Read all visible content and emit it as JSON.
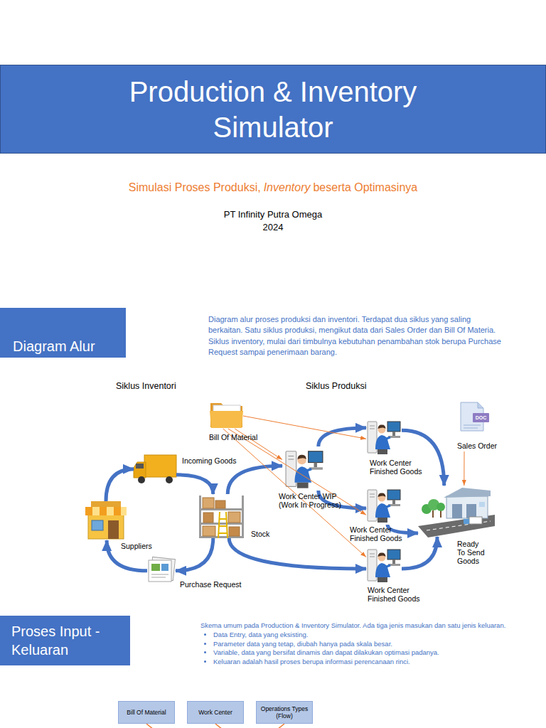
{
  "diagram": {
    "title": "Production & Inventory Simulator",
    "nodes": [
      {
        "text": [
          "Diagram Alur"
        ]
      },
      {
        "text": [
          "Bill Of Material"
        ]
      },
      {
        "text": [
          "Sales Order"
        ]
      },
      {
        "text": [
          "Incoming Goods"
        ]
      },
      {
        "text": [
          "Work Center WIP (Work In Progress)"
        ]
      },
      {
        "text": [
          "Work Center Finished Goods"
        ]
      },
      {
        "text": [
          "Suppliers"
        ]
      },
      {
        "text": [
          "Stock"
        ]
      },
      {
        "text": [
          "Work Center Finished Goods"
        ]
      },
      {
        "text": [
          "Ready To Send Goods"
        ]
      },
      {
        "text": [
          "Purchase Request"
        ]
      },
      {
        "text": [
          "Work Center Finished Goods"
        ]
      },
      {
        "text": [
          "Proses Input - Keluaran"
        ]
      },
      {
        "text": [
          "Bill Of Material"
        ]
      },
      {
        "text": [
          "Work Center"
        ]
      },
      {
        "text": [
          "Operations Types (Flow)"
        ]
      }
    ],
    "edges": [
      {
        "from": 6,
        "to": 3,
        "arrow": "to"
      },
      {
        "from": 3,
        "to": 7,
        "arrow": "to"
      },
      {
        "from": 7,
        "to": 10,
        "arrow": "to"
      },
      {
        "from": 10,
        "to": 6,
        "arrow": "to"
      },
      {
        "from": 7,
        "to": 4,
        "arrow": "to"
      },
      {
        "from": 4,
        "to": 5,
        "arrow": "to"
      },
      {
        "from": 4,
        "to": 8,
        "arrow": "to"
      },
      {
        "from": 7,
        "to": 11,
        "arrow": "to"
      },
      {
        "from": 5,
        "to": 9,
        "arrow": "to"
      },
      {
        "from": 8,
        "to": 9,
        "arrow": "to"
      },
      {
        "from": 11,
        "to": 9,
        "arrow": "to"
      },
      {
        "from": 2,
        "to": 9,
        "arrow": "to"
      },
      {
        "from": 1,
        "to": 5,
        "arrow": "to"
      },
      {
        "from": 1,
        "to": 4,
        "arrow": "to"
      },
      {
        "from": 1,
        "to": 8,
        "arrow": "to"
      },
      {
        "from": 1,
        "to": 11,
        "arrow": "to"
      }
    ],
    "labels": [
      "Simulasi Proses Produksi,",
      "Inventory",
      "beserta Optimasinya",
      "PT Infinity Putra Omega",
      "2024",
      "Diagram alur proses produksi dan inventori. Terdapat dua siklus yang saling berkaitan. Satu siklus produksi, mengikut data dari Sales Order dan Bill Of Materia. Siklus inventory, mulai dari timbulnya kebutuhan penambahan stok berupa Purchase Request sampai penerimaan barang.",
      "Siklus Inventori",
      "Siklus Produksi",
      "Skema umum pada Production & Inventory Simulator. Ada tiga jenis masukan dan satu jenis keluaran.",
      "Data Entry, data yang eksisting.",
      "Parameter data yang tetap, diubah hanya pada skala besar.",
      "Variable, data yang bersifat dinamis dan dapat dilakukan optimasi padanya.",
      "Keluaran adalah hasil proses berupa informasi perencanaan rinci.",
      "DOC"
    ]
  }
}
